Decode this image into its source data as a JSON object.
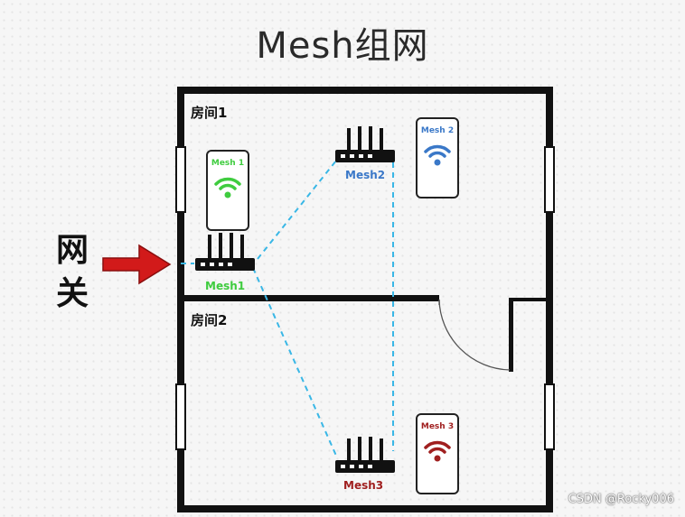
{
  "title": "Mesh组网",
  "gateway": {
    "char1": "网",
    "char2": "关"
  },
  "rooms": [
    {
      "label": "房间1"
    },
    {
      "label": "房间2"
    }
  ],
  "routers": [
    {
      "label": "Mesh1",
      "color": "#3fcc3f"
    },
    {
      "label": "Mesh2",
      "color": "#3a78c8"
    },
    {
      "label": "Mesh3",
      "color": "#a01f1f"
    }
  ],
  "phones": [
    {
      "label": "Mesh 1",
      "color": "#3fcc3f"
    },
    {
      "label": "Mesh 2",
      "color": "#3a78c8"
    },
    {
      "label": "Mesh 3",
      "color": "#a01f1f"
    }
  ],
  "colors": {
    "link": "#39b7e6",
    "arrow": "#d21a1a",
    "wall": "#111111"
  },
  "credit": "CSDN @Rocky006"
}
